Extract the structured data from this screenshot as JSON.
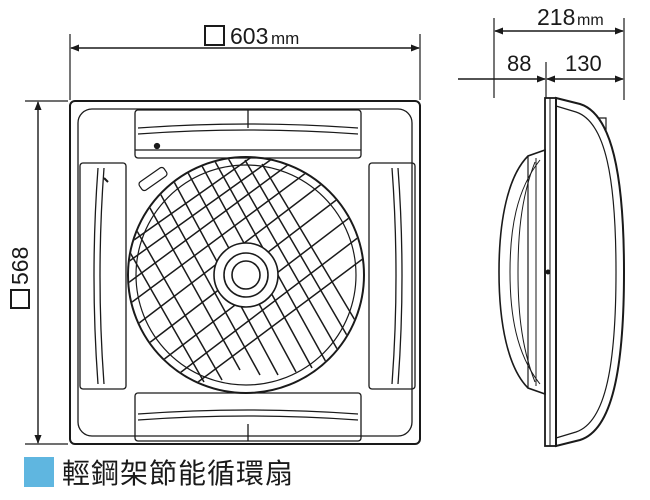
{
  "dimensions": {
    "front_width": {
      "symbol": "□",
      "value": "603",
      "unit": "mm"
    },
    "front_height": {
      "symbol": "□",
      "value": "568"
    },
    "side_total": {
      "value": "218",
      "unit": "mm"
    },
    "side_front": {
      "value": "88"
    },
    "side_back": {
      "value": "130"
    }
  },
  "caption": {
    "text": "輕鋼架節能循環扇",
    "swatch_color": "#5fb6e0"
  },
  "colors": {
    "line": "#1a1a1a",
    "body_fill": "#ffffff"
  }
}
